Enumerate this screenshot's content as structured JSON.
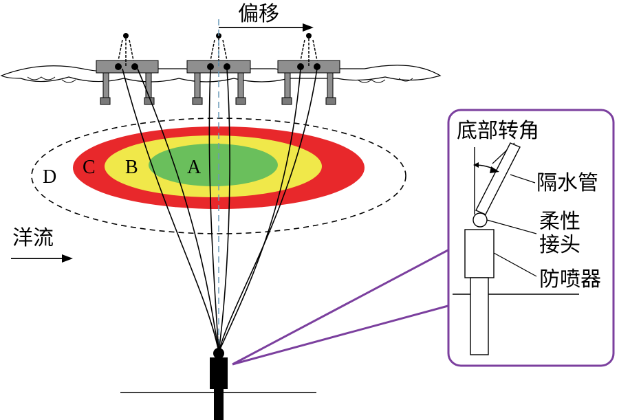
{
  "labels": {
    "offset": "偏移",
    "current": "洋流",
    "zones": {
      "a": "A",
      "b": "B",
      "c": "C",
      "d": "D"
    },
    "bottom_angle": "底部转角",
    "riser": "隔水管",
    "flex_joint_line1": "柔性",
    "flex_joint_line2": "接头",
    "bop": "防喷器"
  },
  "colors": {
    "zone_a": "#6abf5c",
    "zone_b": "#f0e84a",
    "zone_c": "#e8282b",
    "detail_border": "#7b3f9e",
    "platform": "#8f8f8f",
    "centerline": "#6a9ab8"
  }
}
